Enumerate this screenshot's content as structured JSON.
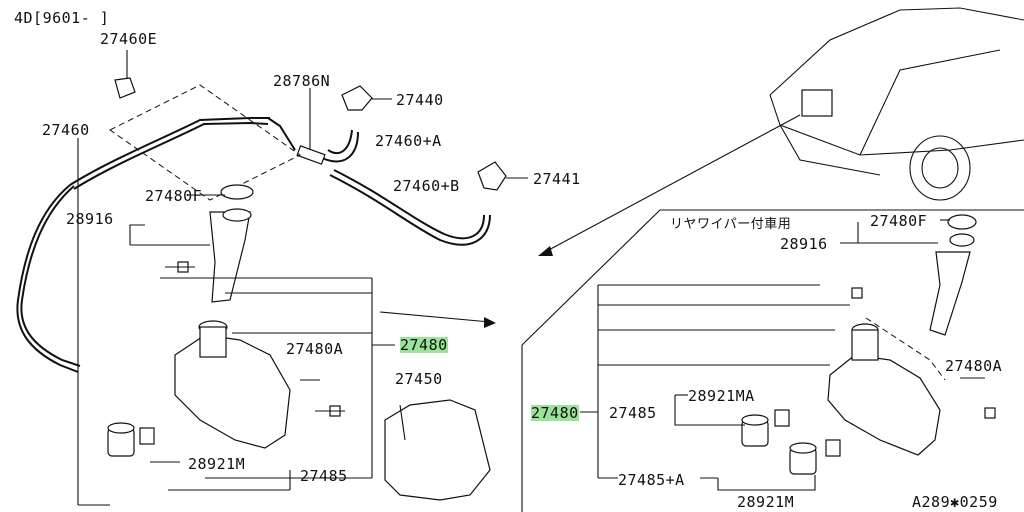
{
  "diagram": {
    "header_code": "4D[9601-     ]",
    "figure_id": "A289✱0259",
    "rear_wiper_note": "リヤワイパー付車用",
    "highlight_color": "#9be39a",
    "left": {
      "p27460E": "27460E",
      "p27460": "27460",
      "p28786N": "28786N",
      "p27440": "27440",
      "p27460A": "27460+A",
      "p27460B": "27460+B",
      "p27441": "27441",
      "p27480F": "27480F",
      "p28916": "28916",
      "p27480A": "27480A",
      "p27480": "27480",
      "p27450": "27450",
      "p28921M": "28921M",
      "p27485": "27485"
    },
    "right": {
      "p27480F": "27480F",
      "p28916": "28916",
      "p27480A": "27480A",
      "p27480": "27480",
      "p27485": "27485",
      "p28921MA": "28921MA",
      "p27485A": "27485+A",
      "p28921M": "28921M"
    }
  }
}
